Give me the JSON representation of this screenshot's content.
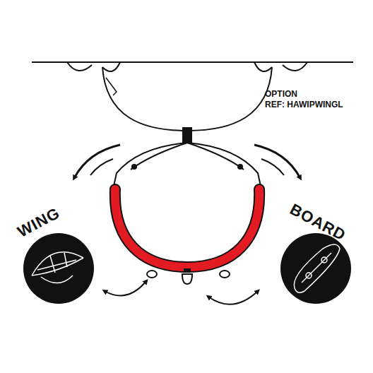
{
  "diagram": {
    "nodes": [
      {
        "text": [
          "WING"
        ]
      },
      {
        "text": [
          "BOARD"
        ]
      }
    ],
    "labels": [
      "OPTION",
      "REF: HAWIPWINGL"
    ]
  }
}
